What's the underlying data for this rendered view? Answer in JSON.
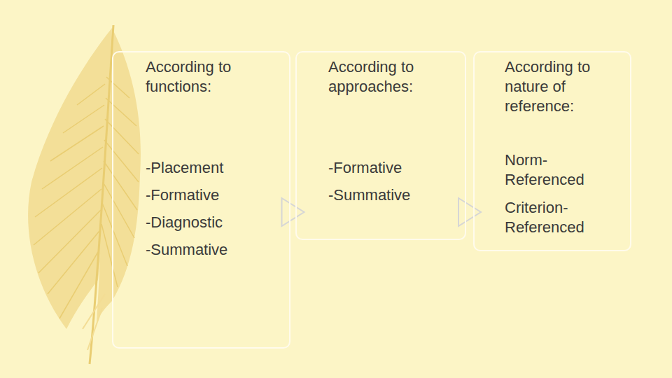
{
  "diagram": {
    "nodes": [
      {
        "text": [
          "According to functions:",
          "-Placement",
          "-Formative",
          "-Diagnostic",
          "-Summative"
        ]
      },
      {
        "text": [
          "According to approaches:",
          "-Formative",
          "-Summative"
        ]
      },
      {
        "text": [
          "According to nature of reference:",
          "Norm-Referenced",
          "Criterion-Referenced"
        ]
      }
    ],
    "edges": [
      {
        "from": 0,
        "to": 1,
        "arrow": "to"
      },
      {
        "from": 1,
        "to": 2,
        "arrow": "to"
      }
    ]
  }
}
